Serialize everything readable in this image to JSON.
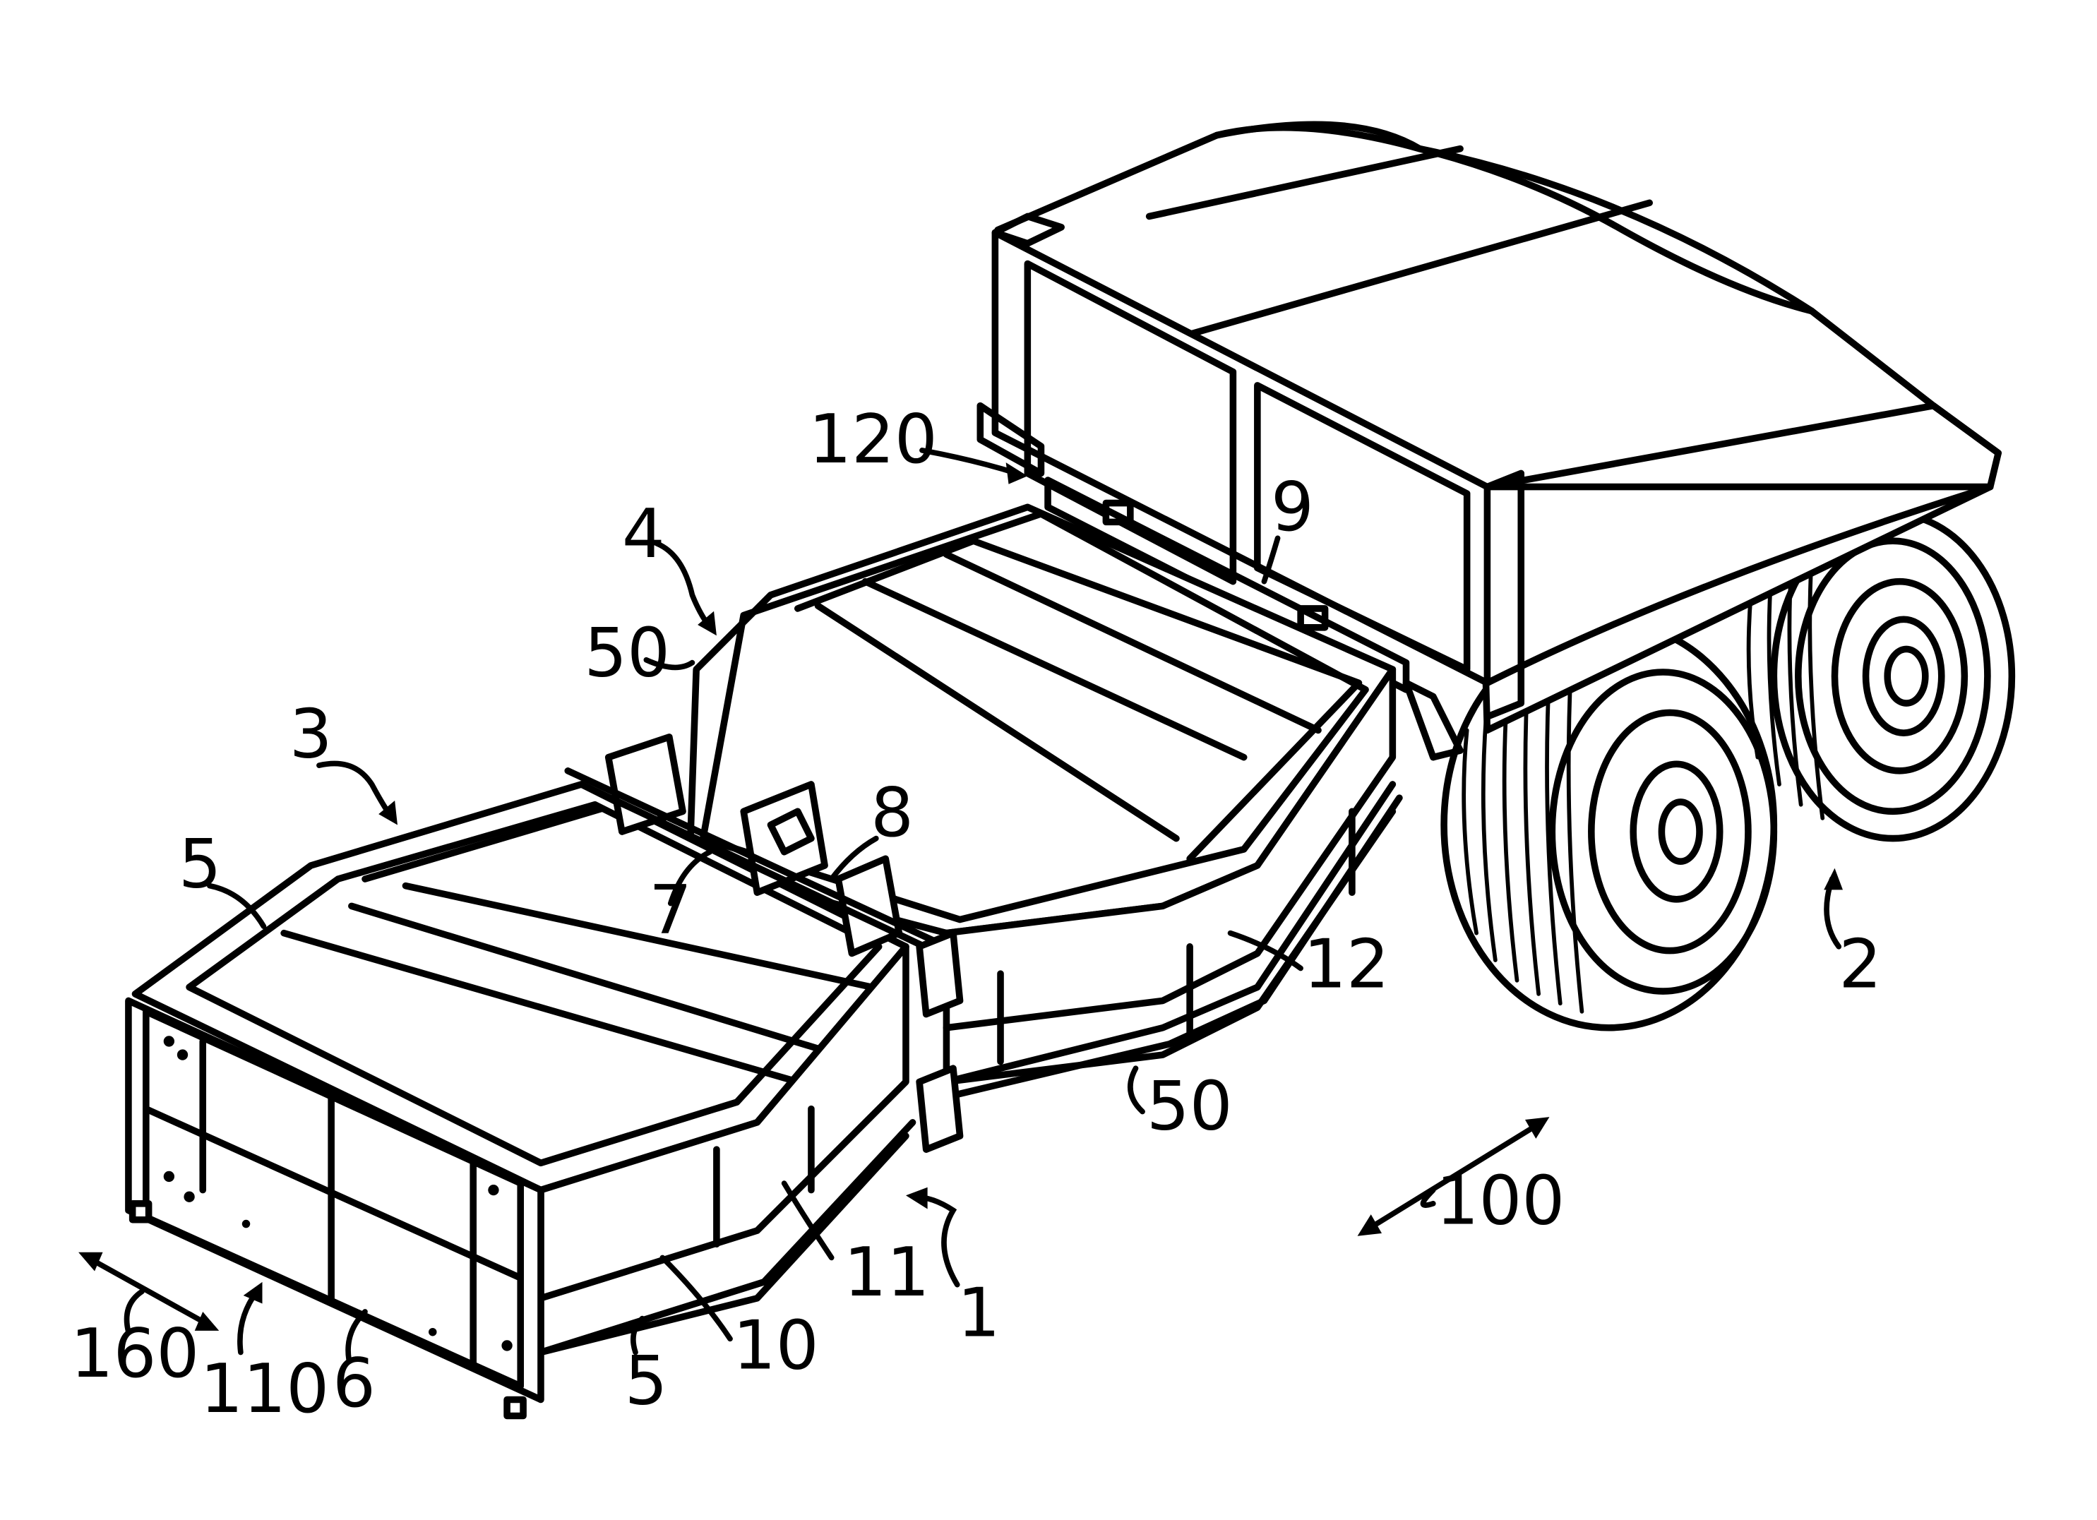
{
  "labels": {
    "l1": "1",
    "l2": "2",
    "l3": "3",
    "l4": "4",
    "l5a": "5",
    "l5b": "5",
    "l6": "6",
    "l7": "7",
    "l8": "8",
    "l9": "9",
    "l10": "10",
    "l11": "11",
    "l12": "12",
    "l50a": "50",
    "l50b": "50",
    "l100": "100",
    "l110": "110",
    "l120": "120",
    "l160": "160"
  }
}
